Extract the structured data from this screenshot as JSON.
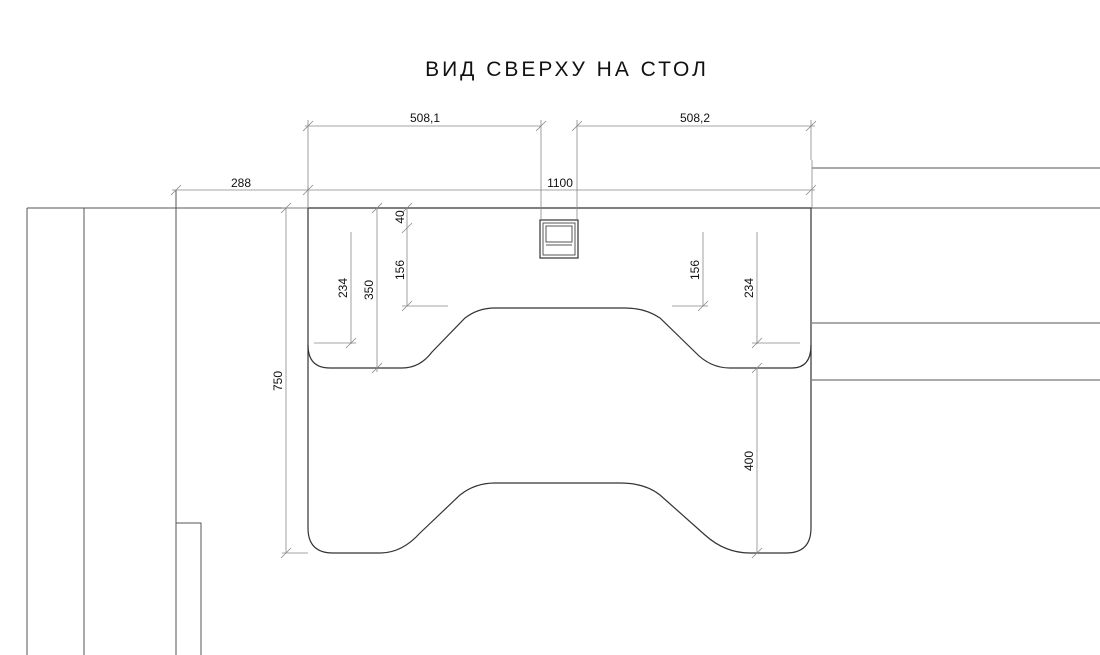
{
  "title": "ВИД СВЕРХУ НА СТОЛ",
  "dimensions": {
    "top_left": "508,1",
    "top_right": "508,2",
    "left_offset": "288",
    "width": "1100",
    "depth": "750",
    "left_outer": "350",
    "left_inner": "234",
    "left_gap": "40",
    "left_cutout": "156",
    "right_cutout": "156",
    "right_inner": "234",
    "right_lower": "400"
  }
}
